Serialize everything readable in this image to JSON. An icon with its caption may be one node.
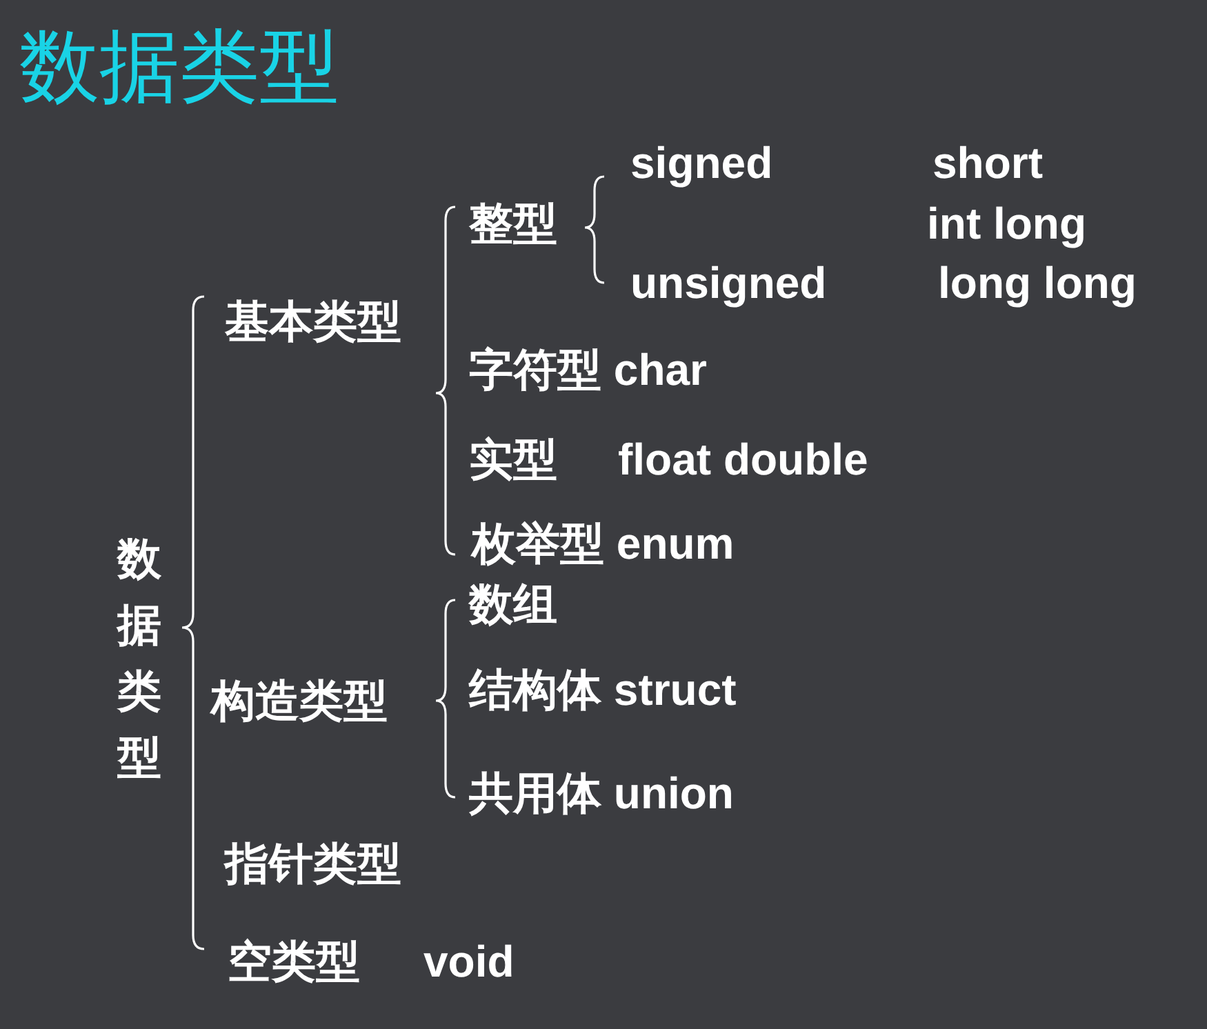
{
  "diagram": {
    "title": "数据类型",
    "labels": [
      "数据类型",
      "基本类型",
      "整型",
      "signed",
      "short",
      "int long",
      "unsigned",
      "long long",
      "字符型 char",
      "实型",
      "float double",
      "枚举型 enum",
      "构造类型",
      "数组",
      "结构体 struct",
      "共用体 union",
      "指针类型",
      "空类型",
      "void"
    ]
  }
}
